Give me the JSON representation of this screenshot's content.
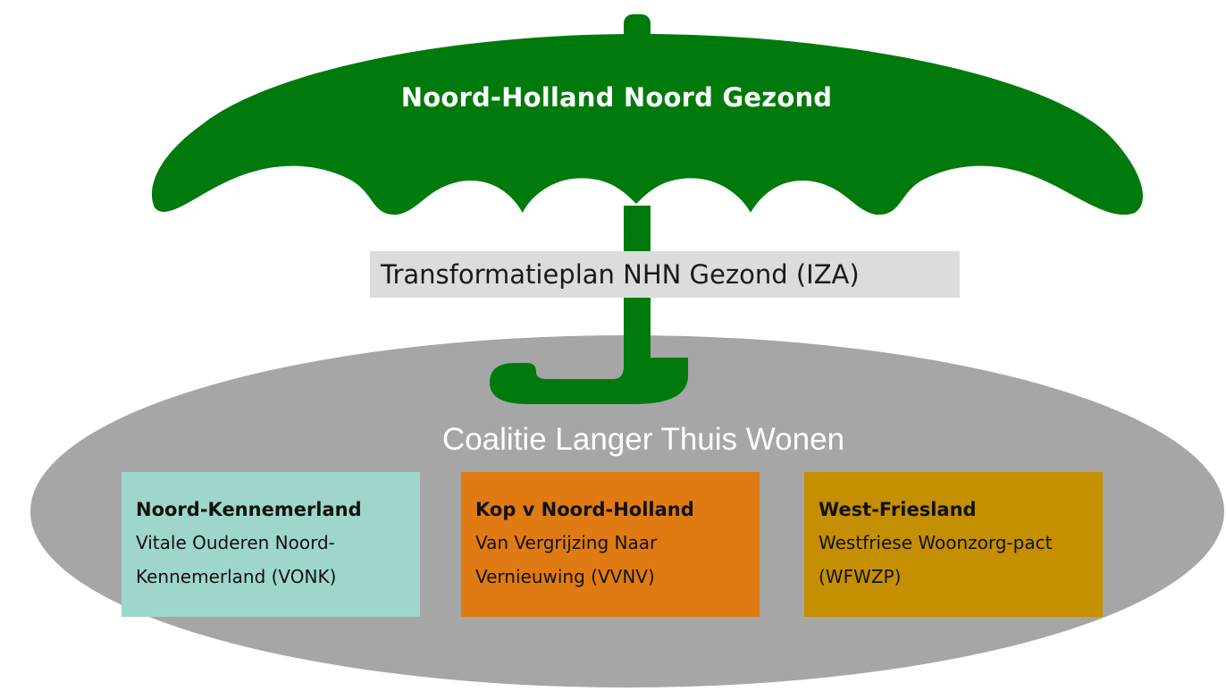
{
  "umbrella": {
    "title": "Noord-Holland Noord Gezond",
    "color": "#007a0c"
  },
  "plan": {
    "label": "Transformatieplan NHN Gezond (IZA)"
  },
  "coalition": {
    "title": "Coalitie Langer Thuis Wonen",
    "color": "#a6a6a6"
  },
  "regions": [
    {
      "name": "Noord-Kennemerland",
      "description": "Vitale Ouderen Noord-Kennemerland (VONK)",
      "color": "#9fd6cb"
    },
    {
      "name": "Kop v Noord-Holland",
      "description": "Van Vergrijzing Naar Vernieuwing (VVNV)",
      "color": "#e07a12"
    },
    {
      "name": "West-Friesland",
      "description": "Westfriese Woonzorg-pact (WFWZP)",
      "color": "#c48f00"
    }
  ]
}
